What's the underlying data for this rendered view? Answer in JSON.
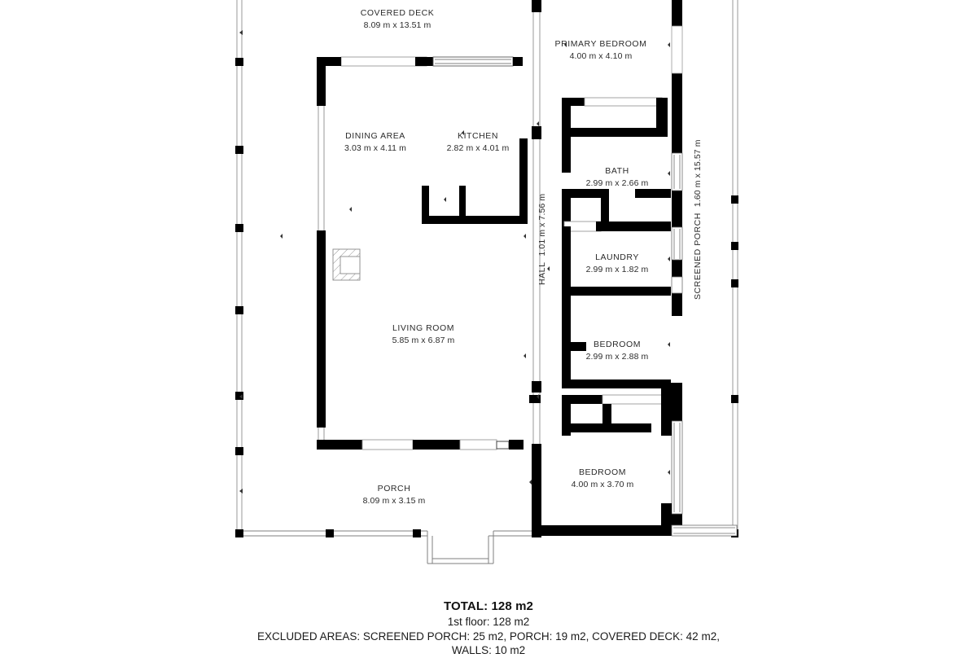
{
  "document": {
    "type": "architectural-floor-plan",
    "floor": "1st floor"
  },
  "rooms": [
    {
      "id": "covered-deck",
      "name": "COVERED DECK",
      "dims": "8.09 m x 13.51 m",
      "orientation": "horizontal"
    },
    {
      "id": "primary-bedroom",
      "name": "PRIMARY BEDROOM",
      "dims": "4.00 m x 4.10 m",
      "orientation": "horizontal"
    },
    {
      "id": "dining-area",
      "name": "DINING AREA",
      "dims": "3.03 m x 4.11 m",
      "orientation": "horizontal"
    },
    {
      "id": "kitchen",
      "name": "KITCHEN",
      "dims": "2.82 m x 4.01 m",
      "orientation": "horizontal"
    },
    {
      "id": "bath",
      "name": "BATH",
      "dims": "2.99 m x 2.66 m",
      "orientation": "horizontal"
    },
    {
      "id": "laundry",
      "name": "LAUNDRY",
      "dims": "2.99 m x 1.82 m",
      "orientation": "horizontal"
    },
    {
      "id": "bedroom-mid",
      "name": "BEDROOM",
      "dims": "2.99 m x 2.88 m",
      "orientation": "horizontal"
    },
    {
      "id": "living-room",
      "name": "LIVING ROOM",
      "dims": "5.85 m x 6.87 m",
      "orientation": "horizontal"
    },
    {
      "id": "bedroom-south",
      "name": "BEDROOM",
      "dims": "4.00 m x 3.70 m",
      "orientation": "horizontal"
    },
    {
      "id": "porch",
      "name": "PORCH",
      "dims": "8.09 m x 3.15 m",
      "orientation": "horizontal"
    },
    {
      "id": "hall",
      "name": "HALL",
      "dims": "1.01 m x 7.56 m",
      "orientation": "vertical"
    },
    {
      "id": "screened-porch",
      "name": "SCREENED PORCH",
      "dims": "1.60 m x 15.57 m",
      "orientation": "vertical"
    }
  ],
  "summary": {
    "total": "TOTAL: 128 m2",
    "floor_area": "1st floor: 128 m2",
    "excluded": "EXCLUDED AREAS: SCREENED PORCH: 25 m2, PORCH: 19 m2, COVERED DECK: 42 m2,",
    "walls": "WALLS: 10 m2"
  },
  "colors": {
    "wall": "#000000",
    "thin_line": "#9a9a9a",
    "background": "#ffffff",
    "text": "#1a1a1a",
    "hatch": "#7a7a7a"
  }
}
